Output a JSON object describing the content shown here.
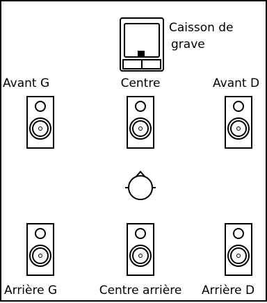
{
  "subwoofer": {
    "label_line1": "Caisson de",
    "label_line2": "grave"
  },
  "speakers": {
    "front_left": {
      "label": "Avant G"
    },
    "center": {
      "label": "Centre"
    },
    "front_right": {
      "label": "Avant D"
    },
    "rear_left": {
      "label": "Arrière G"
    },
    "rear_center": {
      "label": "Centre arrière"
    },
    "rear_right": {
      "label": "Arrière D"
    }
  },
  "colors": {
    "line": "#000000",
    "background": "#ffffff"
  },
  "icons": {
    "speaker": "speaker-icon",
    "listener": "listener-icon",
    "subwoofer": "subwoofer-icon"
  }
}
